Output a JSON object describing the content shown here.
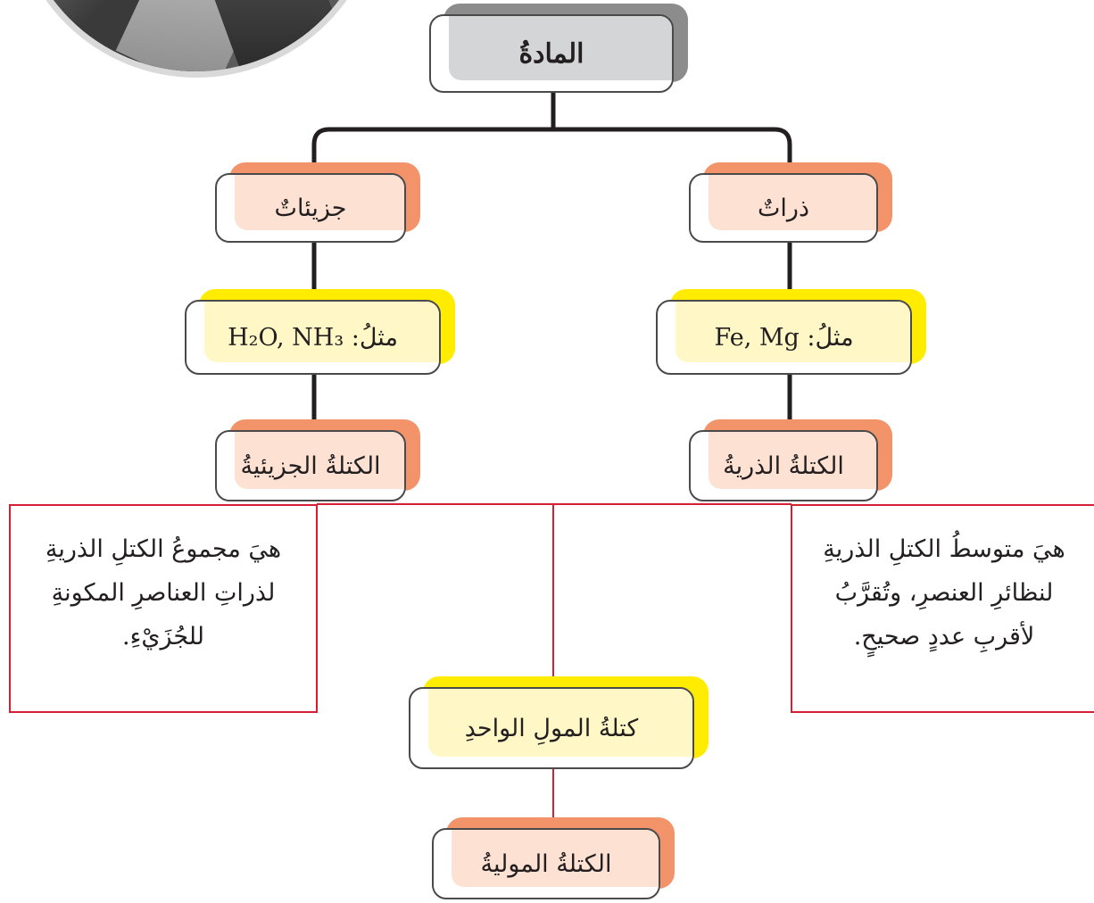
{
  "root": {
    "label": "المادةُ"
  },
  "branches": {
    "molecules": {
      "label": "جزيئاتٌ",
      "example_prefix": "مثلُ:",
      "example_value": "H₂O, NH₃",
      "mass_label": "الكتلةُ الجزيئيةُ",
      "definition_lines": [
        "هيَ مجموعُ الكتلِ الذريةِ",
        "لذراتِ العناصرِ المكونةِ",
        "للجُزَيْءِ."
      ]
    },
    "atoms": {
      "label": "ذراتٌ",
      "example_prefix": "مثلُ:",
      "example_value": "Fe, Mg",
      "mass_label": "الكتلةُ الذريةُ",
      "definition_lines": [
        "هيَ متوسطُ الكتلِ الذريةِ",
        "لنظائرِ العنصرِ، وتُقرَّبُ",
        "لأقربِ عددٍ صحيحٍ."
      ]
    }
  },
  "mole_mass": {
    "label": "كتلةُ المولِ الواحدِ"
  },
  "molar_mass": {
    "label": "الكتلةُ الموليةُ"
  },
  "colors": {
    "tree_line": "#231f20",
    "def_line": "#d51f33",
    "orange_back": "#f3936a",
    "orange_fill": "#fde1d3",
    "yellow_back": "#ffec00",
    "yellow_fill": "#fff8c6",
    "gray_back": "#8c8c8c",
    "gray_fill": "#d4d5d6"
  }
}
